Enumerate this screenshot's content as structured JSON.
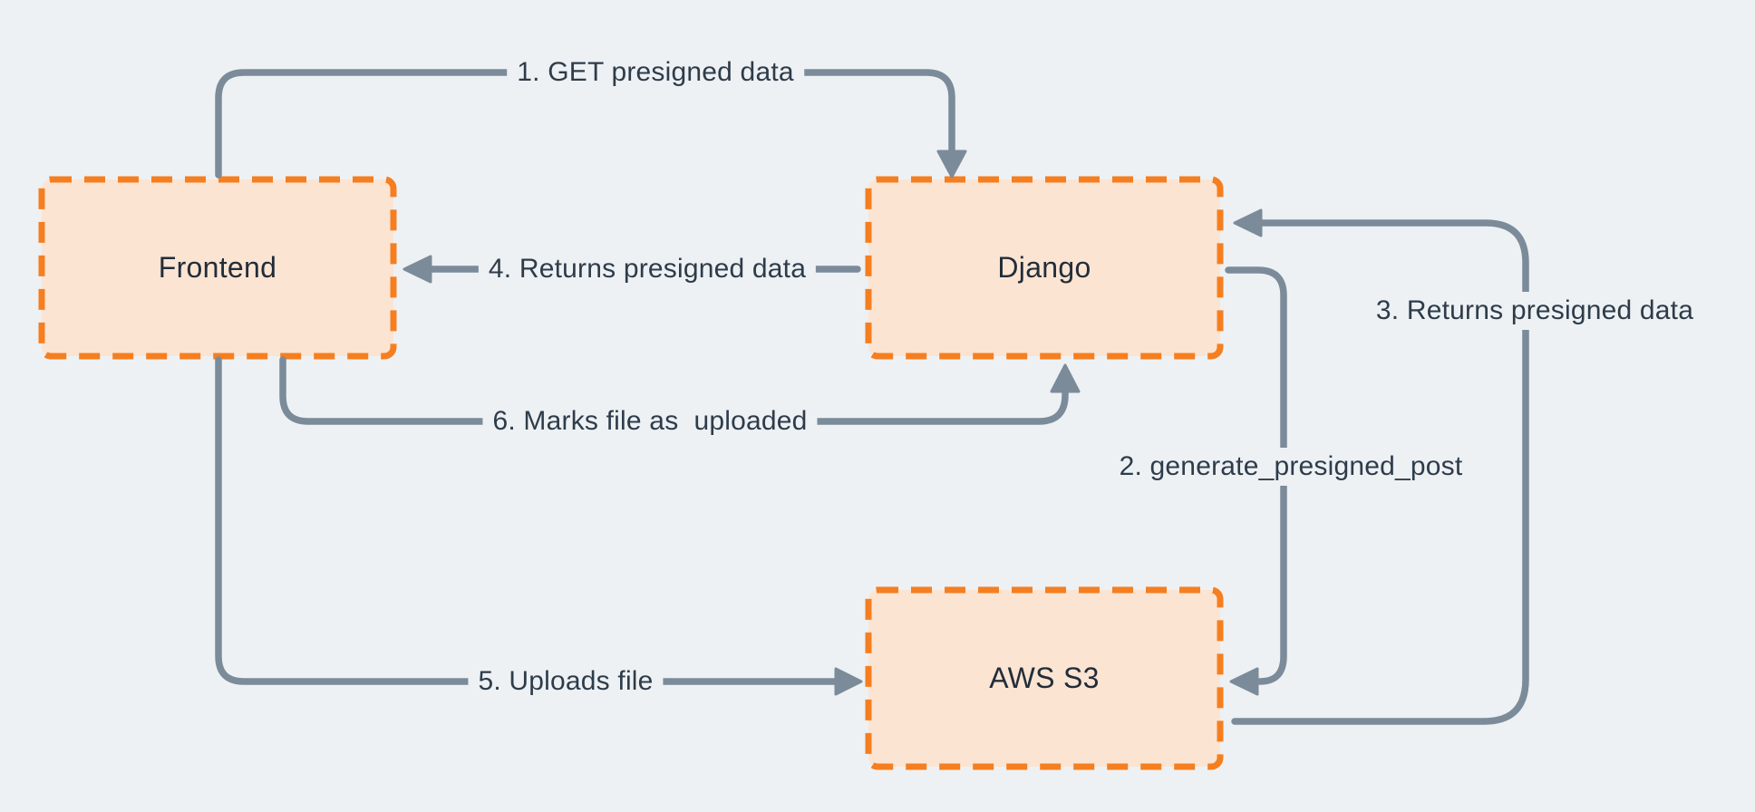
{
  "diagram": {
    "nodes": [
      {
        "id": "frontend",
        "label": "Frontend"
      },
      {
        "id": "django",
        "label": "Django"
      },
      {
        "id": "aws-s3",
        "label": "AWS S3"
      }
    ],
    "edges": [
      {
        "step": "1",
        "from": "frontend",
        "to": "django",
        "label": "1. GET presigned data"
      },
      {
        "step": "2",
        "from": "django",
        "to": "aws-s3",
        "label": "2. generate_presigned_post"
      },
      {
        "step": "3",
        "from": "aws-s3",
        "to": "django",
        "label": "3. Returns presigned data"
      },
      {
        "step": "4",
        "from": "django",
        "to": "frontend",
        "label": "4. Returns presigned data"
      },
      {
        "step": "5",
        "from": "frontend",
        "to": "aws-s3",
        "label": "5. Uploads file"
      },
      {
        "step": "6",
        "from": "frontend",
        "to": "django",
        "label": "6. Marks file as  uploaded"
      }
    ],
    "colors": {
      "background": "#edf1f4",
      "node_fill": "#fce4d2",
      "node_border": "#f57f20",
      "arrow": "#7b8b99",
      "node_text": "#222d3a",
      "label_text": "#2e3c4a"
    }
  }
}
